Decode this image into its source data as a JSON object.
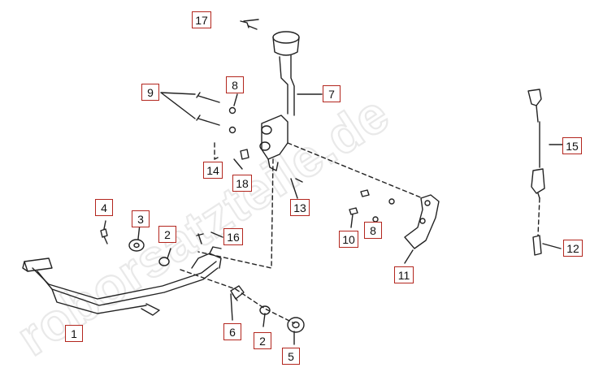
{
  "watermark": {
    "text": "roborsatzteile.de",
    "color": "#e9e9e9"
  },
  "callout_color": "#b3261e",
  "line_color": "#222222",
  "labels": {
    "p1": "1",
    "p2a": "2",
    "p2b": "2",
    "p3": "3",
    "p4": "4",
    "p5": "5",
    "p6": "6",
    "p7": "7",
    "p8a": "8",
    "p8b": "8",
    "p9": "9",
    "p10": "10",
    "p11": "11",
    "p12": "12",
    "p13": "13",
    "p14": "14",
    "p15": "15",
    "p16": "16",
    "p17": "17",
    "p18": "18"
  }
}
